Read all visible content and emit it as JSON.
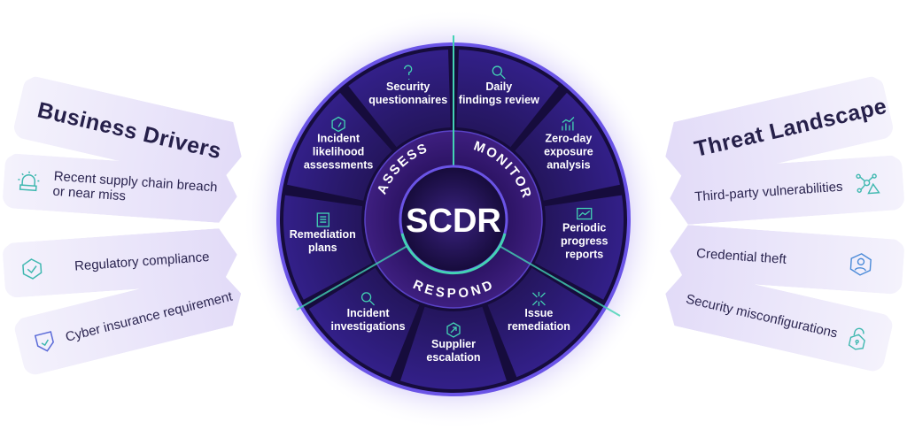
{
  "center": {
    "title": "SCDR"
  },
  "phases": [
    {
      "label": "ASSESS"
    },
    {
      "label": "MONITOR"
    },
    {
      "label": "RESPOND"
    }
  ],
  "wheel_items": [
    {
      "label": [
        "Daily",
        "findings review"
      ],
      "icon": "magnifier-icon"
    },
    {
      "label": [
        "Zero-day",
        "exposure",
        "analysis"
      ],
      "icon": "chart-icon"
    },
    {
      "label": [
        "Periodic",
        "progress",
        "reports"
      ],
      "icon": "report-icon"
    },
    {
      "label": [
        "Issue",
        "remediation"
      ],
      "icon": "converge-icon"
    },
    {
      "label": [
        "Supplier",
        "escalation"
      ],
      "icon": "arrow-upright-icon"
    },
    {
      "label": [
        "Incident",
        "investigations"
      ],
      "icon": "magnifier-icon"
    },
    {
      "label": [
        "Remediation",
        "plans"
      ],
      "icon": "document-icon"
    },
    {
      "label": [
        "Incident",
        "likelihood",
        "assessments"
      ],
      "icon": "gauge-icon"
    },
    {
      "label": [
        "Security",
        "questionnaires"
      ],
      "icon": "question-icon"
    }
  ],
  "business_drivers": {
    "title": "Business Drivers",
    "items": [
      {
        "label": "Recent supply chain breach or near miss",
        "icon": "alarm-icon"
      },
      {
        "label": "Regulatory compliance",
        "icon": "hex-check-icon"
      },
      {
        "label": "Cyber insurance requirement",
        "icon": "shield-check-icon"
      }
    ]
  },
  "threat_landscape": {
    "title": "Threat Landscape",
    "items": [
      {
        "label": "Third-party vulnerabilities",
        "icon": "network-warning-icon"
      },
      {
        "label": "Credential theft",
        "icon": "user-hex-icon"
      },
      {
        "label": "Security misconfigurations",
        "icon": "unlocked-icon"
      }
    ]
  },
  "colors": {
    "wedge": "#2a1b6c",
    "gap": "#160c3c",
    "ring": "#6a54e6",
    "accent": "#43d3b4",
    "text": "#2b2550"
  }
}
